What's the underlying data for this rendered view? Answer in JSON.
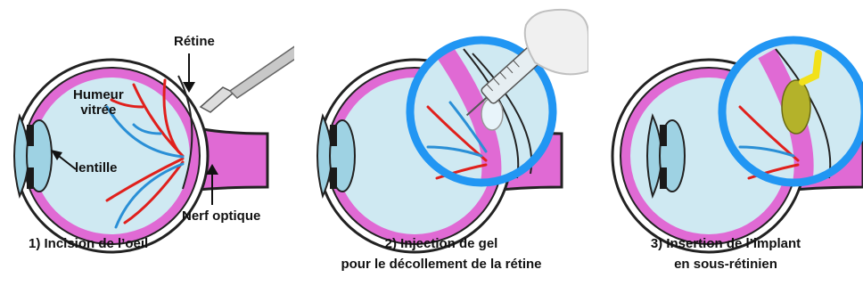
{
  "panel1": {
    "labels": {
      "retine": "Rétine",
      "humeur": "Humeur\nvitrée",
      "lentille": "lentille",
      "nerf": "Nerf optique"
    },
    "caption": "1) Incision de l’oeil"
  },
  "panel2": {
    "caption_line1": "2) Injection de gel",
    "caption_line2": "pour le décollement de la rétine"
  },
  "panel3": {
    "caption_line1": "3) Insertion de l’implant",
    "caption_line2": "en sous-rétinien"
  },
  "colors": {
    "sclera_pink": "#e06ad4",
    "vitreous": "#cfe9f2",
    "lens": "#9ed2e3",
    "vessel_red": "#e0201c",
    "vessel_blue": "#2a8fd6",
    "magnifier_ring": "#2196f3",
    "implant": "#b4b22a",
    "wire": "#f2e11a"
  }
}
